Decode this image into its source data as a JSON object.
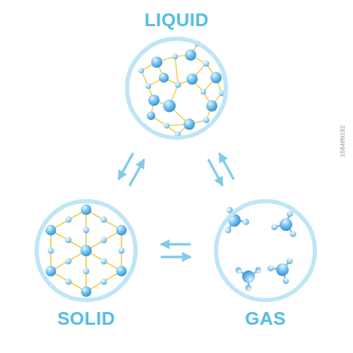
{
  "diagram": {
    "nodes": [
      {
        "text": [
          "LIQUID"
        ]
      },
      {
        "text": [
          "SOLID"
        ]
      },
      {
        "text": [
          "GAS"
        ]
      }
    ],
    "edges": [
      {
        "from": 0,
        "to": 1,
        "arrow": "to"
      },
      {
        "from": 1,
        "to": 0,
        "arrow": "to"
      },
      {
        "from": 0,
        "to": 2,
        "arrow": "to"
      },
      {
        "from": 2,
        "to": 0,
        "arrow": "to"
      },
      {
        "from": 2,
        "to": 1,
        "arrow": "to"
      },
      {
        "from": 1,
        "to": 2,
        "arrow": "to"
      }
    ],
    "labels": [
      "158480192"
    ]
  }
}
